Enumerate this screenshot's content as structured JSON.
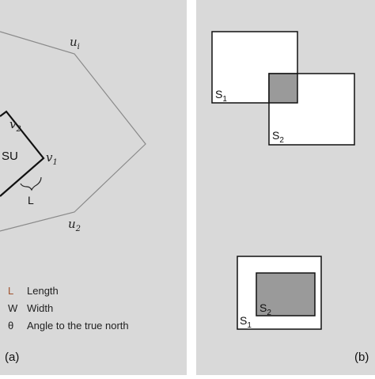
{
  "panel_a": {
    "label": "(a)",
    "vertex_labels": {
      "u_i": {
        "base": "u",
        "sub": "i"
      },
      "u_2": {
        "base": "u",
        "sub": "2"
      },
      "v_1": {
        "base": "v",
        "sub": "1"
      },
      "v_2": {
        "base": "v",
        "sub": "2"
      }
    },
    "unit_label": "SU",
    "length_mark": "L",
    "legend": [
      {
        "symbol": "L",
        "text": "Length",
        "symbol_color": "#a0522d"
      },
      {
        "symbol": "W",
        "text": "Width",
        "symbol_color": "#222222"
      },
      {
        "symbol": "θ",
        "text": "Angle to the true north",
        "symbol_color": "#222222"
      }
    ]
  },
  "panel_b": {
    "label": "(b)",
    "top_pair": [
      {
        "base": "S",
        "sub": "1"
      },
      {
        "base": "S",
        "sub": "2"
      }
    ],
    "nested_pair": [
      {
        "base": "S",
        "sub": "2"
      },
      {
        "base": "S",
        "sub": "1"
      }
    ]
  },
  "colors": {
    "panel_background": "#d9d9d9",
    "overlap_fill": "#9a9a9a",
    "outline": "#111111",
    "polygon": "#8a8a8a"
  }
}
